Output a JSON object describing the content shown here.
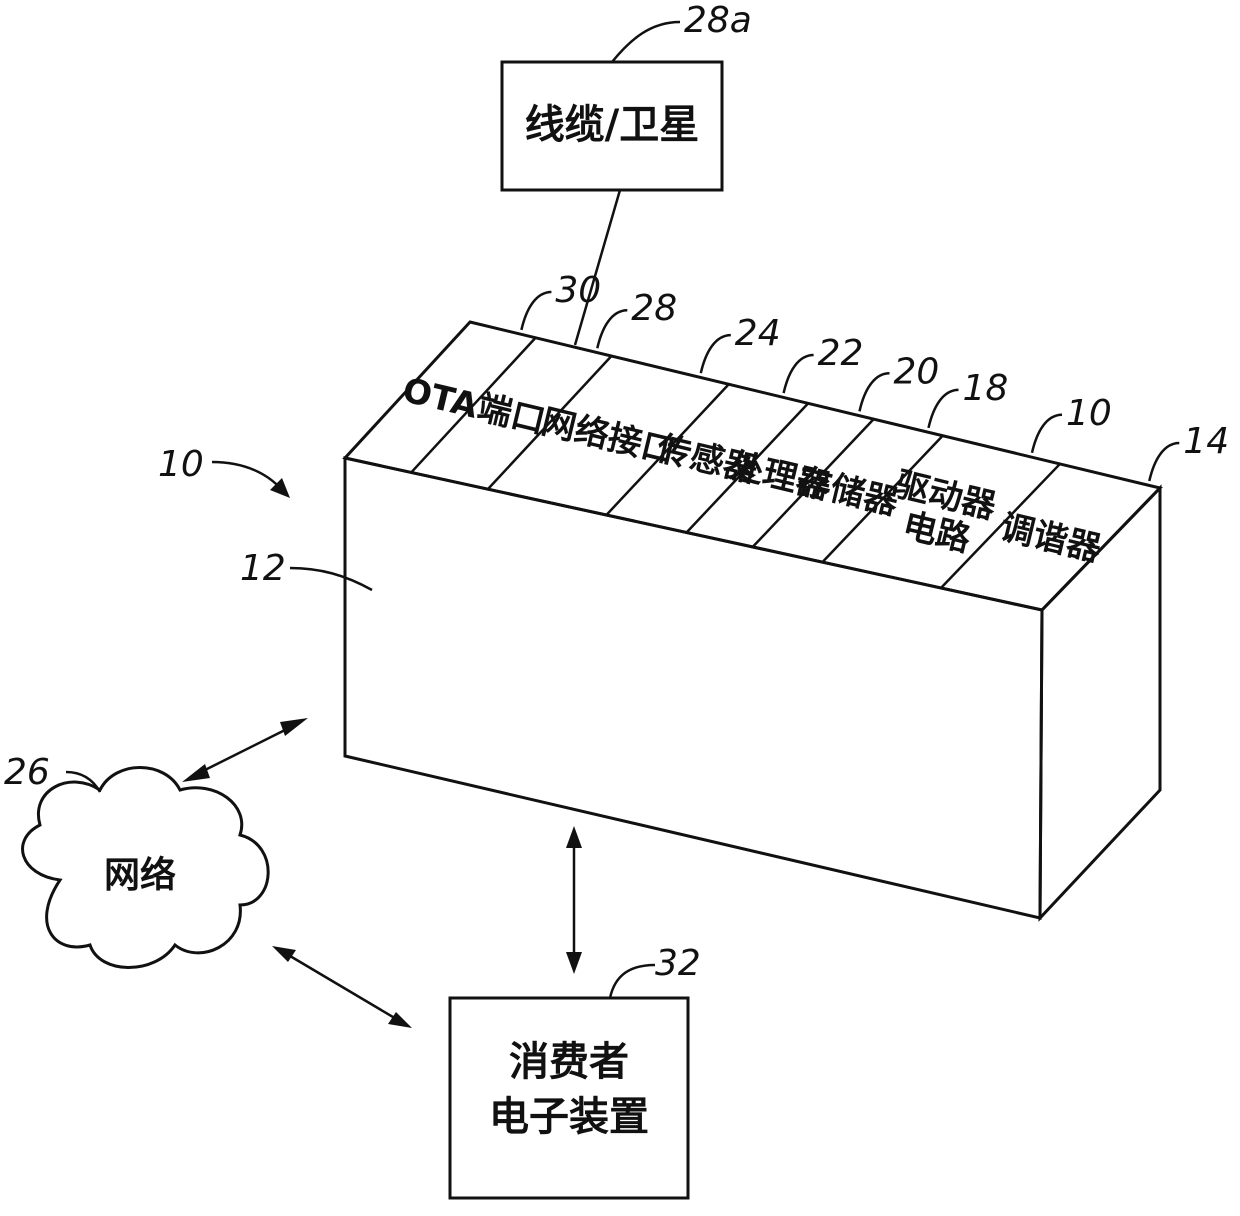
{
  "figure": {
    "top_box": {
      "label": "线缆/卫星",
      "ref": "28a"
    },
    "bottom_box": {
      "line1": "消费者",
      "line2": "电子装置",
      "ref": "32"
    },
    "cloud": {
      "label": "网络",
      "ref": "26"
    },
    "device": {
      "front_ref": "12",
      "arrow_ref": "10",
      "segments": [
        {
          "line1": "OTA",
          "line2": ""
        },
        {
          "line1": "端口",
          "line2": ""
        },
        {
          "line1": "网络接口",
          "line2": ""
        },
        {
          "line1": "传感器",
          "line2": ""
        },
        {
          "line1": "处理器",
          "line2": ""
        },
        {
          "line1": "存储器",
          "line2": ""
        },
        {
          "line1": "驱动器",
          "line2": "电路"
        },
        {
          "line1": "调谐器",
          "line2": ""
        }
      ],
      "top_refs": [
        "30",
        "28",
        "24",
        "22",
        "20",
        "18",
        "10",
        "14"
      ]
    }
  }
}
